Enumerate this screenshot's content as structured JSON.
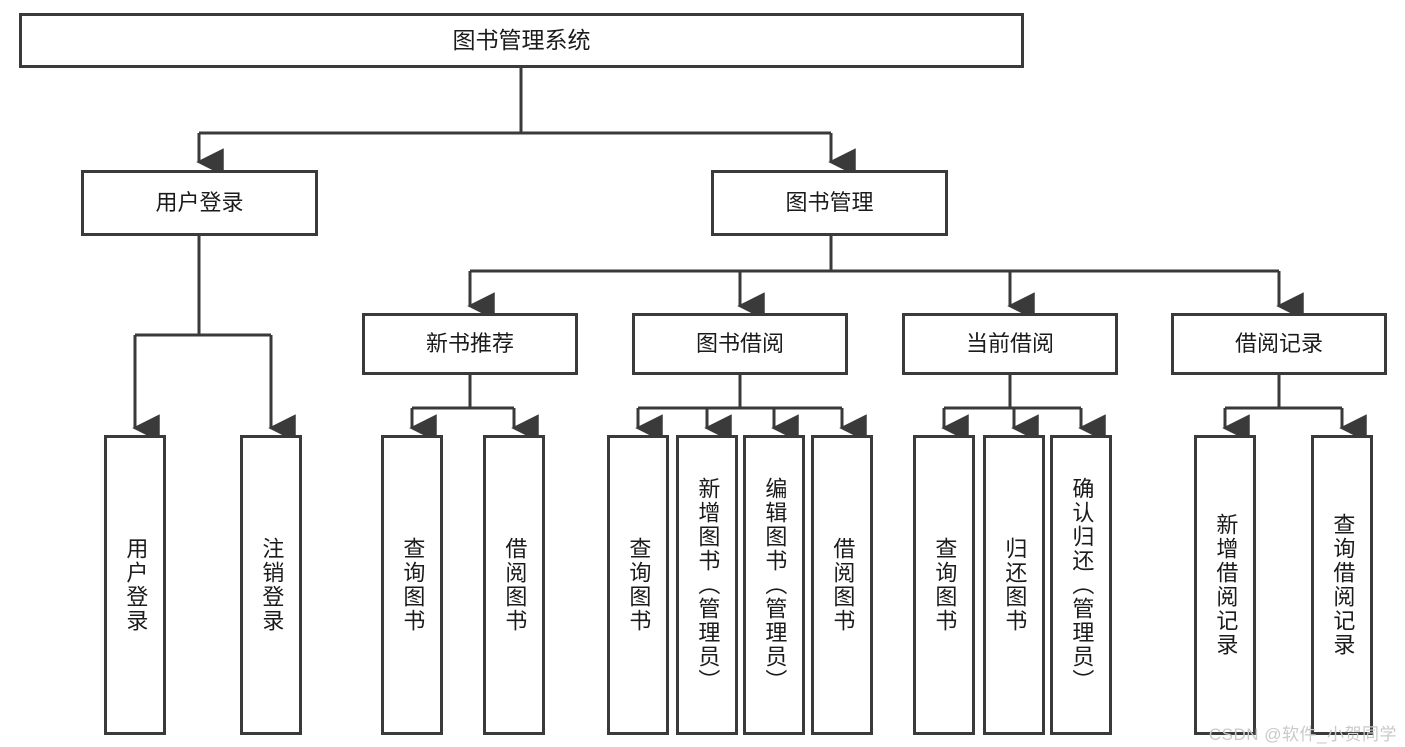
{
  "diagram": {
    "title": "图书管理系统",
    "type": "tree",
    "watermark": "CSDN @软件_小贺同学",
    "colors": {
      "node_border": "#3a3a3a",
      "node_fill": "#ffffff",
      "edge": "#3a3a3a",
      "text": "#1b1b1b",
      "watermark": "#c9c9c9"
    },
    "nodes": {
      "root": {
        "label": "图书管理系统"
      },
      "l2": [
        {
          "id": "user-login",
          "label": "用户登录"
        },
        {
          "id": "book-manage",
          "label": "图书管理"
        }
      ],
      "l3": [
        {
          "id": "new-book-recommend",
          "label": "新书推荐"
        },
        {
          "id": "book-borrow",
          "label": "图书借阅"
        },
        {
          "id": "current-borrow",
          "label": "当前借阅"
        },
        {
          "id": "borrow-record",
          "label": "借阅记录"
        }
      ],
      "leaves": {
        "user_login": [
          {
            "id": "leaf-user-login",
            "label": "用户登录"
          },
          {
            "id": "leaf-logout-login",
            "label": "注销登录"
          }
        ],
        "new_book_recommend": [
          {
            "id": "leaf-query-book-1",
            "label": "查询图书"
          },
          {
            "id": "leaf-borrow-book-1",
            "label": "借阅图书"
          }
        ],
        "book_borrow": [
          {
            "id": "leaf-query-book-2",
            "label": "查询图书"
          },
          {
            "id": "leaf-add-book",
            "label": "新增图书（管理员）"
          },
          {
            "id": "leaf-edit-book",
            "label": "编辑图书（管理员）"
          },
          {
            "id": "leaf-borrow-book-2",
            "label": "借阅图书"
          }
        ],
        "current_borrow": [
          {
            "id": "leaf-query-book-3",
            "label": "查询图书"
          },
          {
            "id": "leaf-return-book",
            "label": "归还图书"
          },
          {
            "id": "leaf-confirm-return",
            "label": "确认归还（管理员）"
          }
        ],
        "borrow_record": [
          {
            "id": "leaf-add-record",
            "label": "新增借阅记录"
          },
          {
            "id": "leaf-query-record",
            "label": "查询借阅记录"
          }
        ]
      }
    },
    "edges": [
      {
        "from": "图书管理系统",
        "to": "用户登录"
      },
      {
        "from": "图书管理系统",
        "to": "图书管理"
      },
      {
        "from": "用户登录",
        "to": "用户登录"
      },
      {
        "from": "用户登录",
        "to": "注销登录"
      },
      {
        "from": "图书管理",
        "to": "新书推荐"
      },
      {
        "from": "图书管理",
        "to": "图书借阅"
      },
      {
        "from": "图书管理",
        "to": "当前借阅"
      },
      {
        "from": "图书管理",
        "to": "借阅记录"
      },
      {
        "from": "新书推荐",
        "to": "查询图书"
      },
      {
        "from": "新书推荐",
        "to": "借阅图书"
      },
      {
        "from": "图书借阅",
        "to": "查询图书"
      },
      {
        "from": "图书借阅",
        "to": "新增图书（管理员）"
      },
      {
        "from": "图书借阅",
        "to": "编辑图书（管理员）"
      },
      {
        "from": "图书借阅",
        "to": "借阅图书"
      },
      {
        "from": "当前借阅",
        "to": "查询图书"
      },
      {
        "from": "当前借阅",
        "to": "归还图书"
      },
      {
        "from": "当前借阅",
        "to": "确认归还（管理员）"
      },
      {
        "from": "借阅记录",
        "to": "新增借阅记录"
      },
      {
        "from": "借阅记录",
        "to": "查询借阅记录"
      }
    ]
  }
}
